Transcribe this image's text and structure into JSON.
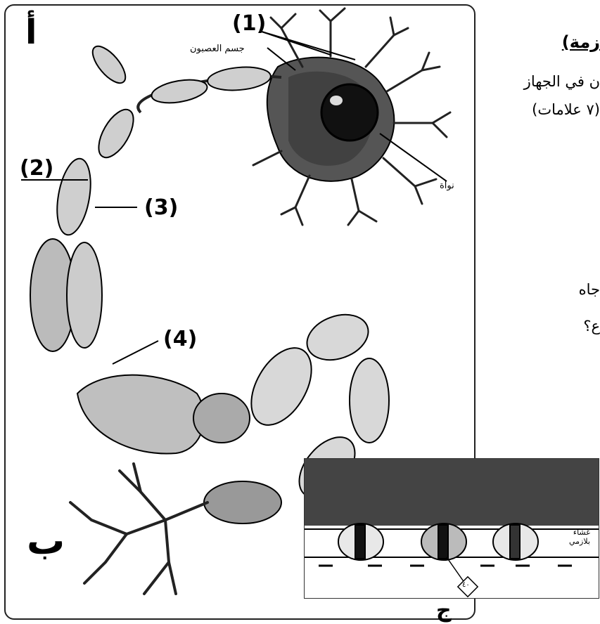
{
  "panel_labels": {
    "a": "أ",
    "b": "ب",
    "c": "ج"
  },
  "labels": {
    "l1": "(1)",
    "cell_body": "جسم العصبون",
    "nucleus": "نواة",
    "l2": "(2)",
    "l3": "(3)",
    "l4": "(4)"
  },
  "right_text": {
    "header": "زمة)",
    "line1": "ن في الجهاز",
    "line2": "(٧ علامات)",
    "line3": "جاه",
    "line4": "ع؟"
  },
  "inset": {
    "membrane_label_1": "غشاء",
    "membrane_label_2": "بلازمي",
    "marker": "٤٠"
  }
}
